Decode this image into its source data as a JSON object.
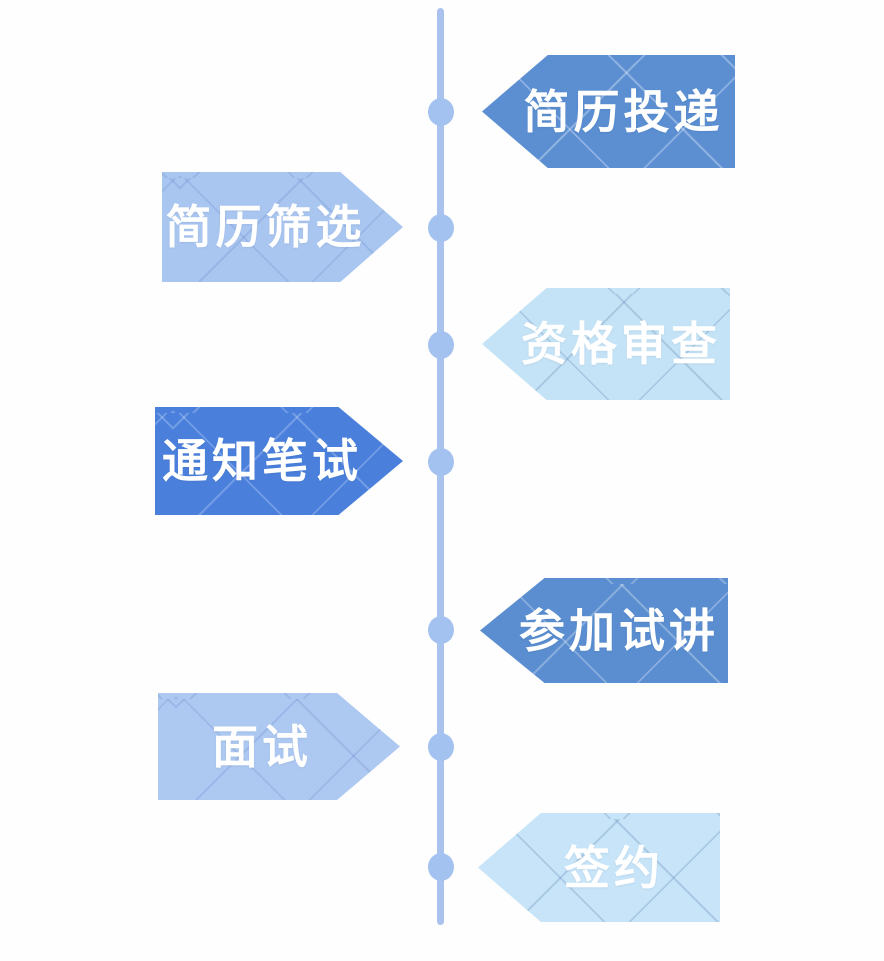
{
  "timeline": {
    "line_color": "#a9c3ee",
    "node_color": "#a4c2f0"
  },
  "steps": [
    {
      "label": "简历投递",
      "side": "right",
      "fill": "#5b8fd2",
      "text_color": "#ffffff",
      "pattern_color": "rgba(255,255,255,0.30)"
    },
    {
      "label": "简历筛选",
      "side": "left",
      "fill": "#a9c6f1",
      "text_color": "#ffffff",
      "pattern_color": "rgba(120,150,210,0.35)"
    },
    {
      "label": "资格审查",
      "side": "right",
      "fill": "#c5e3f7",
      "text_color": "#ffffff",
      "pattern_color": "rgba(100,140,185,0.30)"
    },
    {
      "label": "通知笔试",
      "side": "left",
      "fill": "#4a80dc",
      "text_color": "#ffffff",
      "pattern_color": "rgba(255,255,255,0.22)"
    },
    {
      "label": "参加试讲",
      "side": "right",
      "fill": "#5a8ed0",
      "text_color": "#ffffff",
      "pattern_color": "rgba(255,255,255,0.28)"
    },
    {
      "label": "面试",
      "side": "left",
      "fill": "#adc9f2",
      "text_color": "#ffffff",
      "pattern_color": "rgba(120,150,210,0.35)"
    },
    {
      "label": "签约",
      "side": "right",
      "fill": "#c7e4f8",
      "text_color": "#ffffff",
      "pattern_color": "rgba(100,140,185,0.30)"
    }
  ]
}
